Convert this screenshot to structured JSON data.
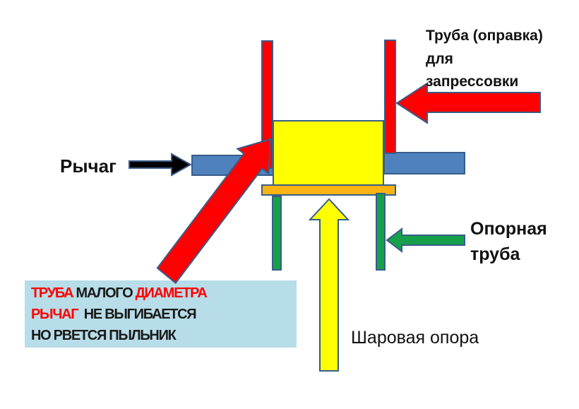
{
  "labels": {
    "pipe_mandrel_line1": "Труба (оправка)",
    "pipe_mandrel_line2": "для",
    "pipe_mandrel_line3": "запрессовки",
    "lever": "Рычаг",
    "support_pipe_line1": "Опорная",
    "support_pipe_line2": "труба",
    "ball_joint": "Шаровая опора"
  },
  "note": {
    "line1": [
      {
        "text": "ТРУБА",
        "color": "red"
      },
      {
        "text": " МАЛОГО ",
        "color": "dark"
      },
      {
        "text": "ДИАМЕТРА",
        "color": "red"
      }
    ],
    "line2": [
      {
        "text": "РЫЧАГ",
        "color": "red"
      },
      {
        "text": "  НЕ ВЫГИБАЕТСЯ",
        "color": "dark"
      }
    ],
    "line3": [
      {
        "text": "НО РВЕТСЯ ПЫЛЬНИК",
        "color": "dark"
      }
    ]
  },
  "colors": {
    "mandrel_pipe": "#ff0000",
    "lever_bar": "#4f81bd",
    "ball_joint": "#ffff00",
    "plate": "#f9b312",
    "support_pipe": "#17a04a",
    "note_background": "#b7dde8",
    "note_red": "#ff0000",
    "note_dark": "#1a1a1a",
    "outline": "#385d8a"
  }
}
